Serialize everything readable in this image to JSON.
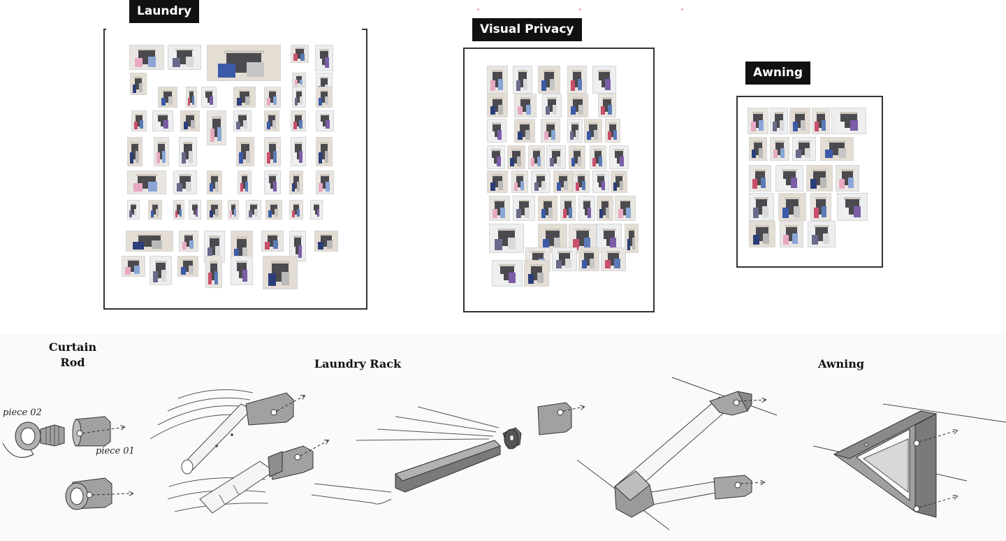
{
  "sections": {
    "laundry": {
      "title": "Laundry"
    },
    "visual_privacy": {
      "title": "Visual Privacy"
    },
    "awning": {
      "title": "Awning"
    }
  },
  "components": {
    "curtain_rod": {
      "title_line1": "Curtain",
      "title_line2": "Rod",
      "piece_02": "piece 02",
      "piece_01": "piece 01"
    },
    "laundry_rack": {
      "title": "Laundry Rack"
    },
    "awning": {
      "title": "Awning"
    }
  },
  "colors": {
    "tag_bg": "#111111",
    "bracket": "#333333",
    "part_fill": "#a9a9a9",
    "part_dark": "#6e6e6e"
  }
}
